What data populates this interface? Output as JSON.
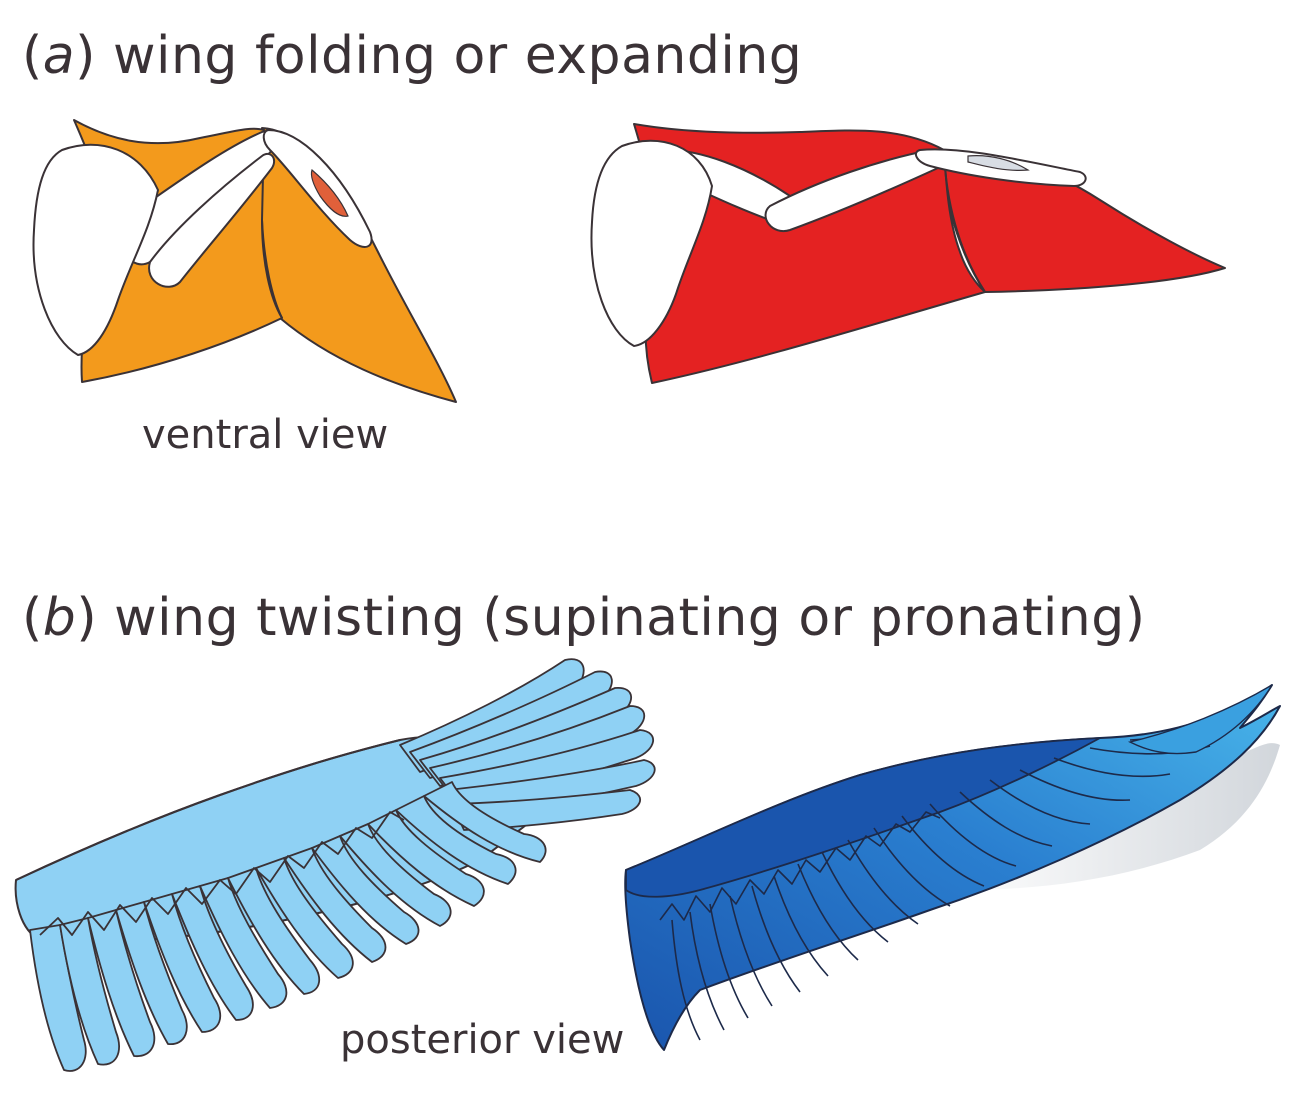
{
  "panel_a": {
    "open_paren": "(",
    "letter": "a",
    "close_paren": ")",
    "title": " wing folding or expanding",
    "caption": "ventral view"
  },
  "panel_b": {
    "open_paren": "(",
    "letter": "b",
    "close_paren": ")",
    "title": " wing twisting (supinating or pronating)",
    "caption": "posterior view"
  },
  "colors": {
    "folded_wing": "#f39a1c",
    "expanded_wing": "#e42222",
    "muscle_highlight": "#e0603a",
    "untwisted_wing": "#8fd1f4",
    "twisted_wing": "#1f62b8",
    "twisted_wing_light": "#3aa0e0",
    "outline": "#3a3236",
    "bone": "#ffffff"
  }
}
